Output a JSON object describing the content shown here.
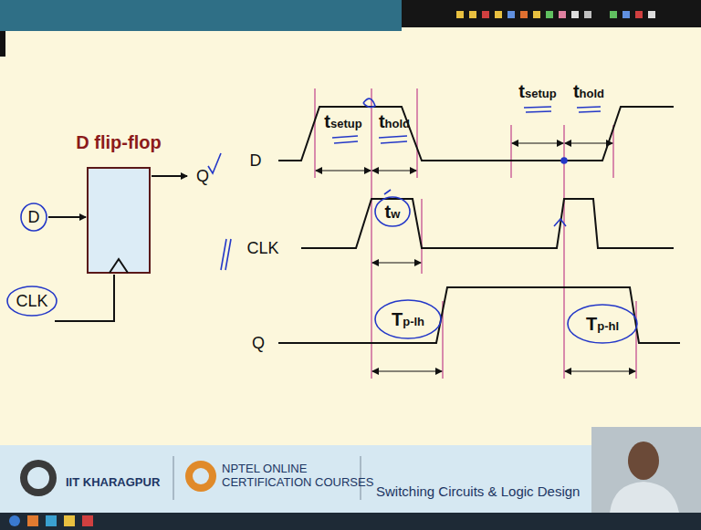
{
  "diagram": {
    "nodes": [
      {
        "text": [
          "D flip-flop"
        ]
      }
    ],
    "labels": [
      "tsetup",
      "thold",
      "tsetup",
      "thold",
      "D",
      "D",
      "Q",
      "tw",
      "CLK",
      "CLK",
      "Tp-lh",
      "Tp-hl",
      "Q",
      "IIT KHARAGPUR",
      "NPTEL ONLINE CERTIFICATION COURSES",
      "Switching Circuits & Logic Design"
    ]
  }
}
